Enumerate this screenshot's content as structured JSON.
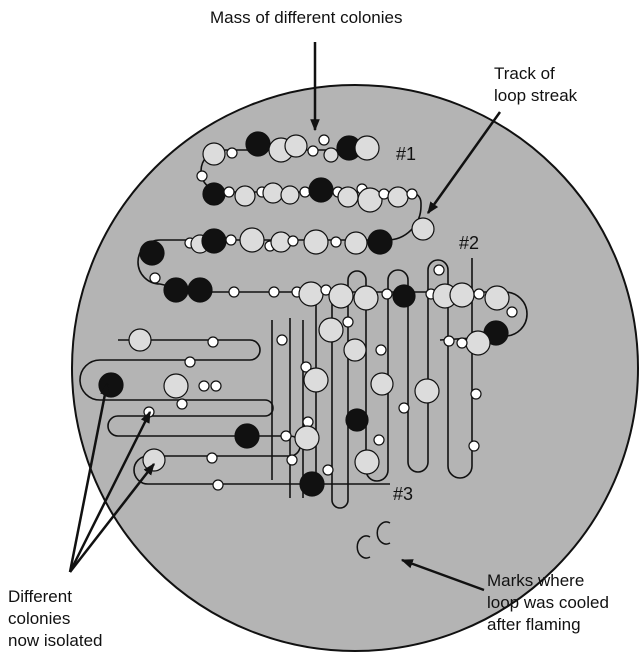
{
  "labels": {
    "mass": "Mass of different colonies",
    "track": [
      "Track of",
      "loop streak"
    ],
    "isolated": [
      "Different",
      "colonies",
      "now isolated"
    ],
    "cooled": [
      "Marks where",
      "loop was cooled",
      "after flaming"
    ]
  },
  "section_labels": {
    "s1": "#1",
    "s2": "#2",
    "s3": "#3"
  },
  "colors": {
    "plate": "#b4b4b4",
    "light_colony": "#dcdcdc",
    "dark_colony": "#111111",
    "small_colony": "#ffffff",
    "line": "#111111"
  },
  "colony_types": [
    "light-colony",
    "dark-colony",
    "small-white-colony"
  ]
}
